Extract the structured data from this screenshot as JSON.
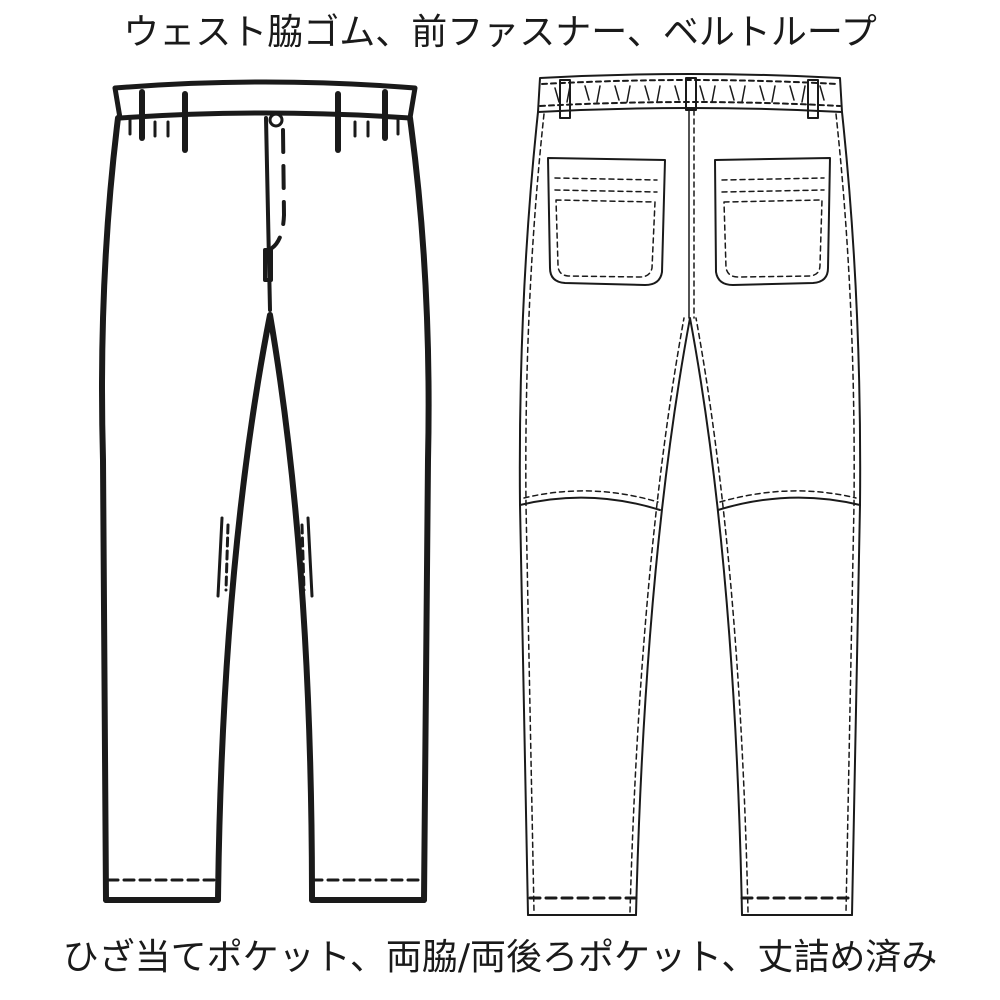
{
  "captions": {
    "top": "ウェスト脇ゴム、前ファスナー、ベルトループ",
    "bottom": "ひざ当てポケット、両脇/両後ろポケット、丈詰め済み"
  },
  "colors": {
    "background": "#ffffff",
    "line": "#1a1a1a",
    "text": "#1a1a1a"
  },
  "views": {
    "front": "pants-front-view",
    "back": "pants-back-view"
  }
}
